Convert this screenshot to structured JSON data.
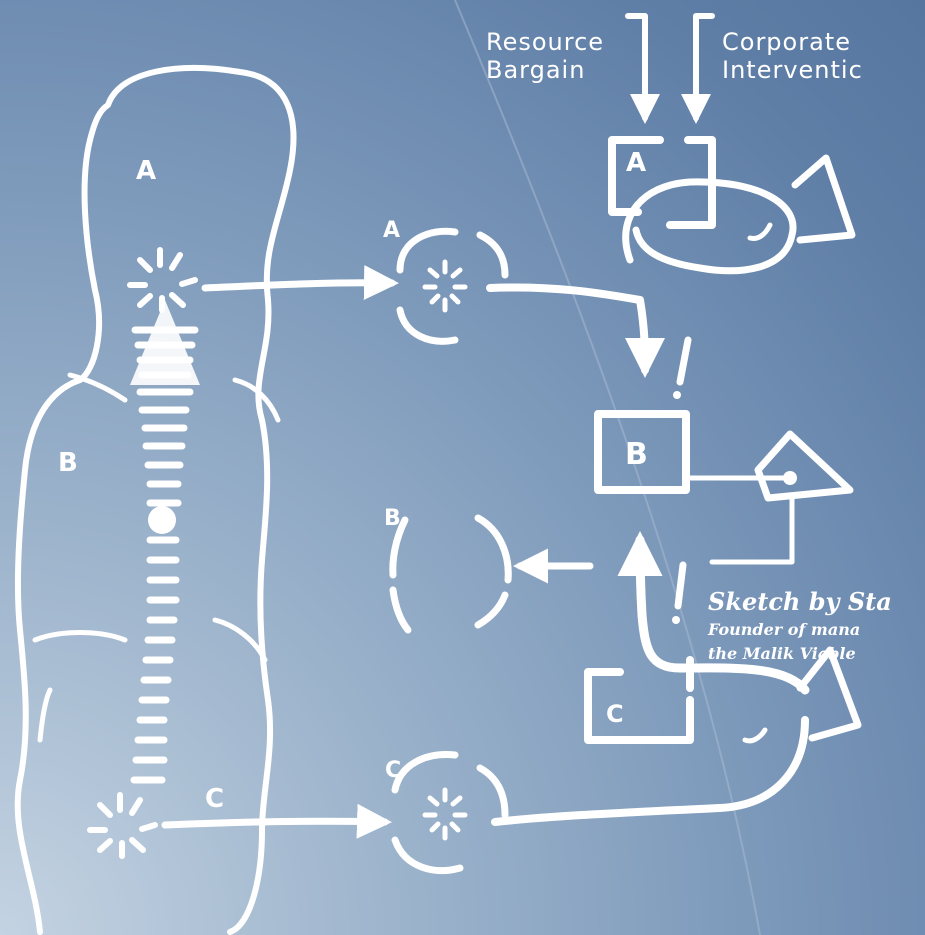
{
  "header": {
    "left_line1": "Resource",
    "left_line2": "Bargain",
    "right_line1": "Corporate",
    "right_line2": "Interventic"
  },
  "regions": {
    "a": "A",
    "b": "B",
    "c": "C"
  },
  "nodes": {
    "a": "A",
    "b": "B",
    "c": "C"
  },
  "boxes": {
    "a": "A",
    "b": "B",
    "c": "C"
  },
  "signals": {
    "upper": "!",
    "lower": "!"
  },
  "credit": {
    "line1": "Sketch by Sta",
    "line2": "Founder of mana",
    "line3": "the Malik Viable"
  },
  "colors": {
    "background_light": "#c4d3e2",
    "background_dark": "#5676a0",
    "ink": "#ffffff"
  }
}
